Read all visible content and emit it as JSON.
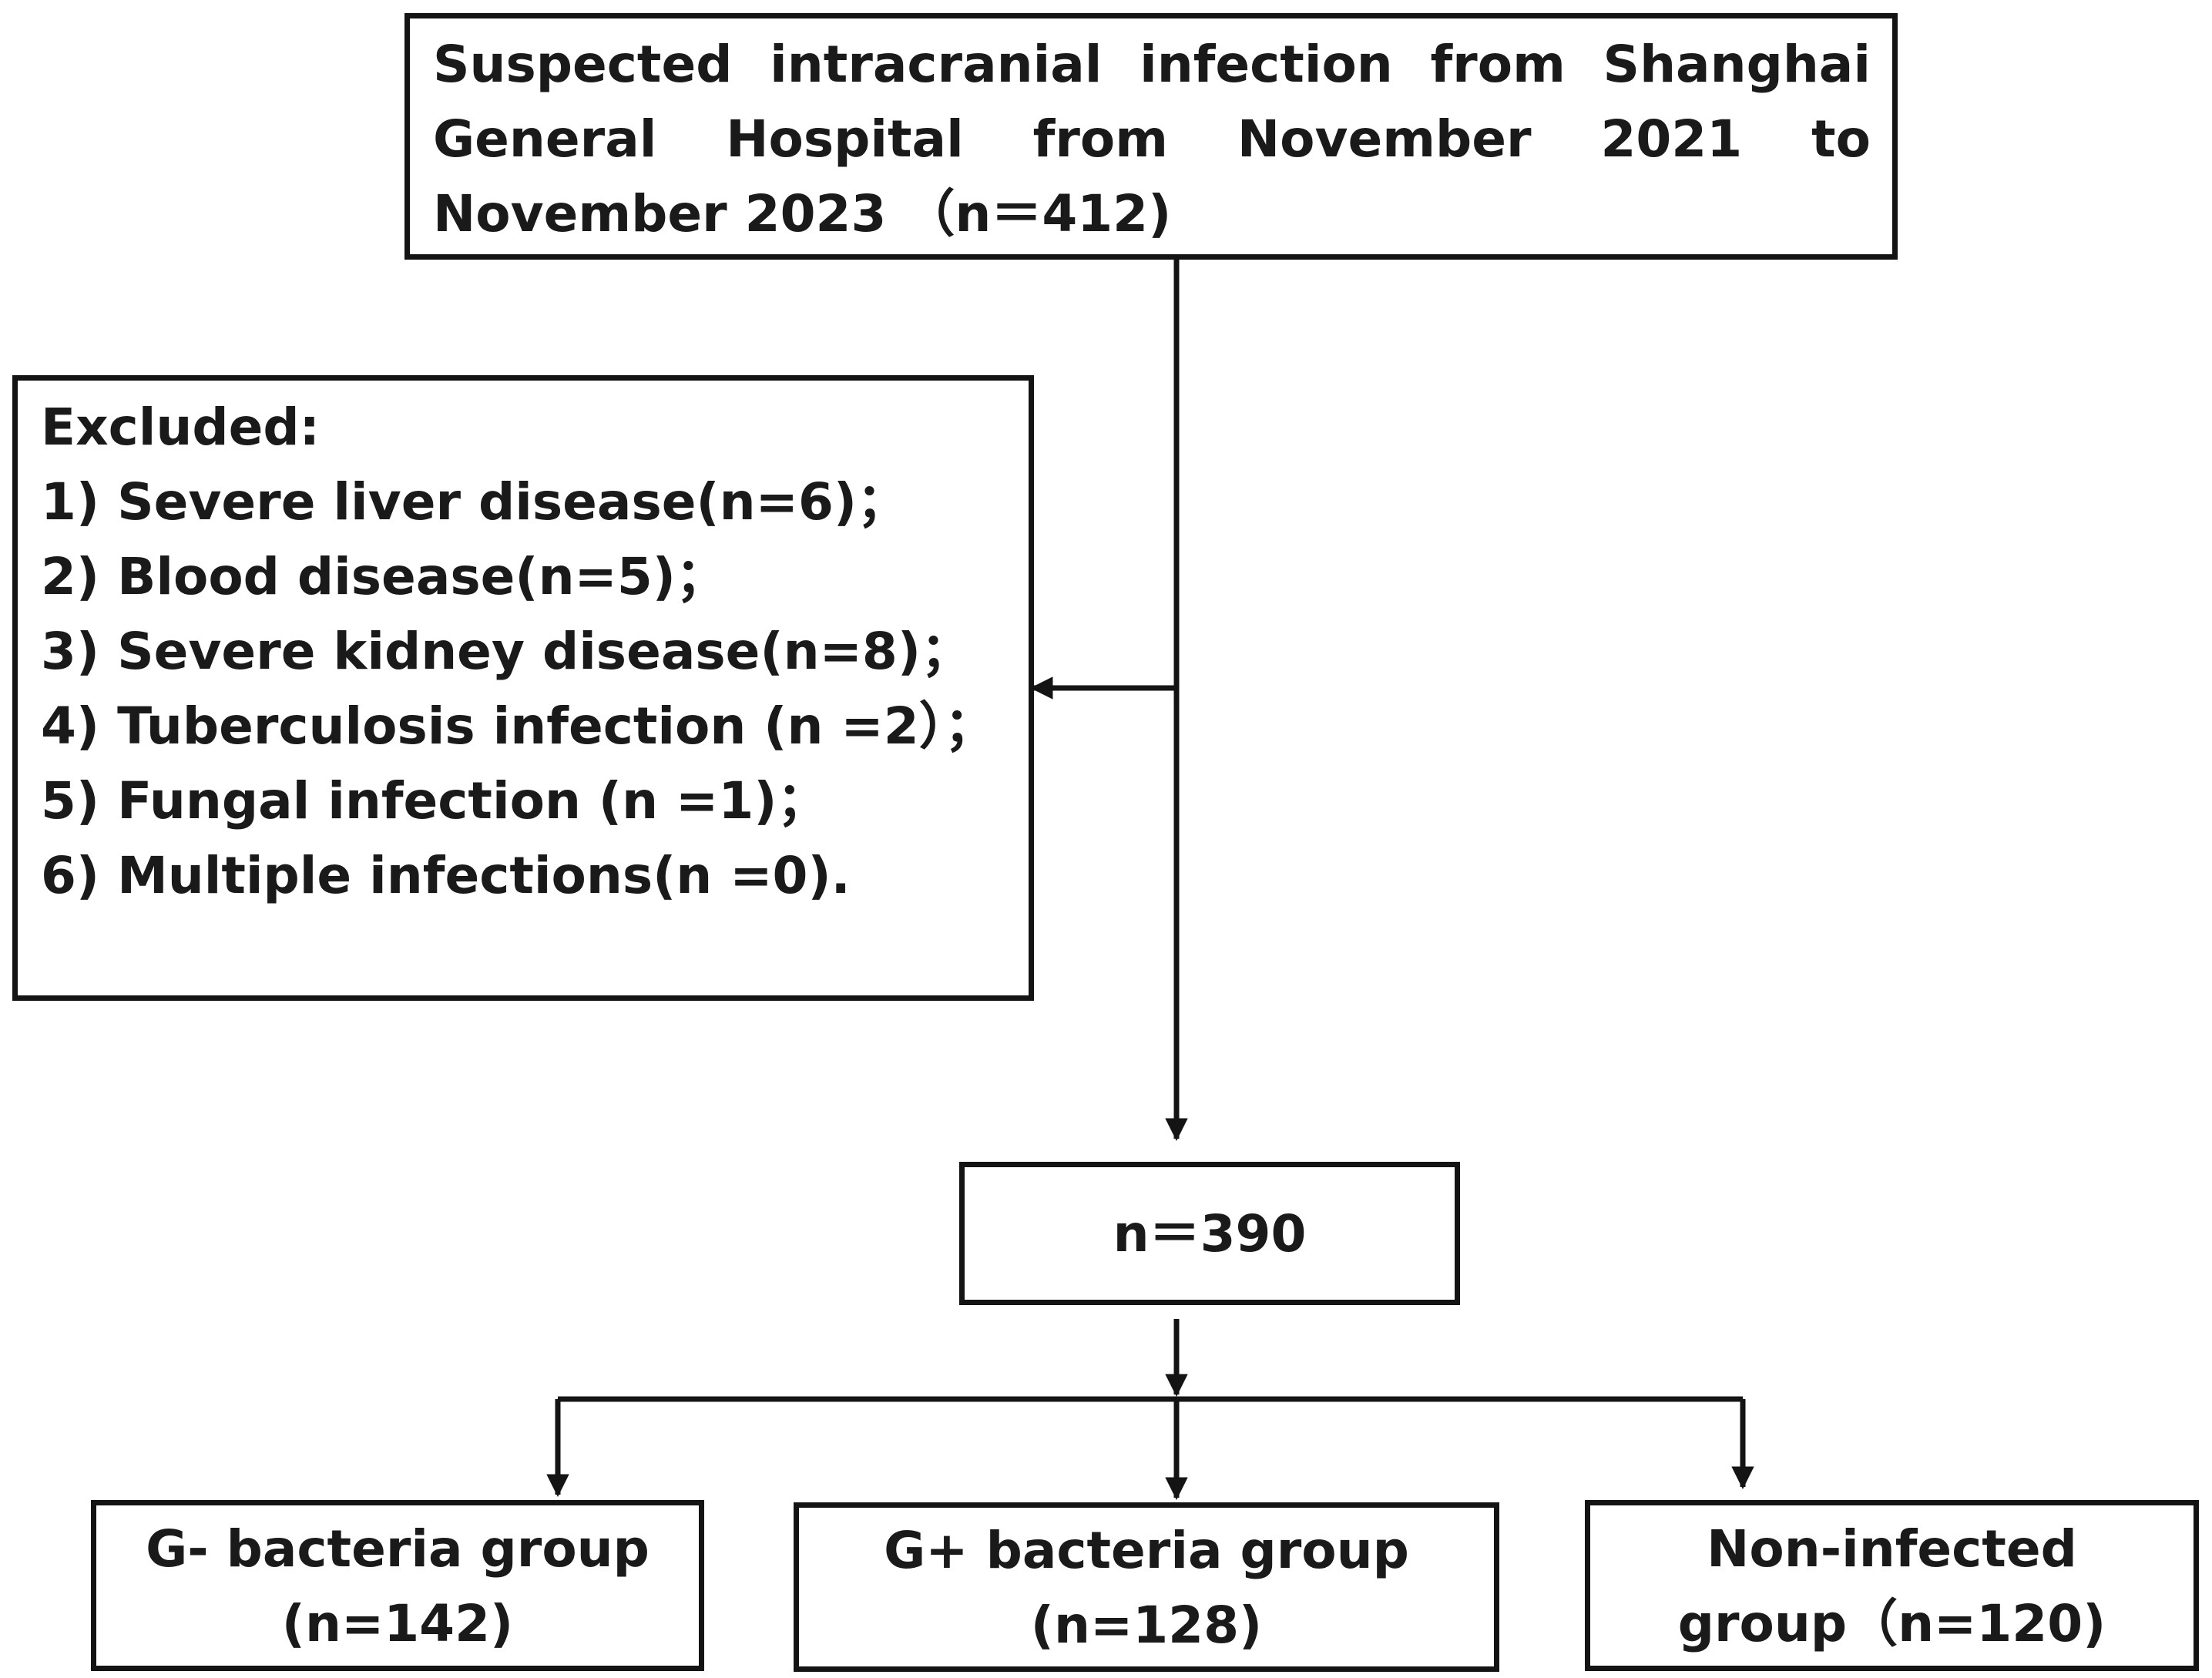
{
  "top_box": {
    "line1": [
      "Suspected",
      "intracranial",
      "infection",
      "from",
      "Shanghai"
    ],
    "line2": [
      "General",
      "Hospital",
      "from",
      "November",
      "2021",
      "to"
    ],
    "line3": "November 2023 （n＝412)"
  },
  "excluded_box": {
    "title": "Excluded:",
    "items": [
      "1) Severe liver disease(n=6)；",
      "2) Blood disease(n=5)；",
      "3) Severe kidney disease(n=8)；",
      "4) Tuberculosis infection (n =2）；",
      "5) Fungal infection (n =1)；",
      "6) Multiple infections(n =0)."
    ]
  },
  "middle_box": {
    "label": "n＝390"
  },
  "groups": [
    {
      "line1": "G- bacteria group",
      "line2": "(n=142)"
    },
    {
      "line1": "G+ bacteria group",
      "line2": "(n=128)"
    },
    {
      "line1": "Non-infected",
      "line2": "group（n=120)"
    }
  ],
  "colors": {
    "stroke": "#141414",
    "text": "#1a1a1a"
  }
}
